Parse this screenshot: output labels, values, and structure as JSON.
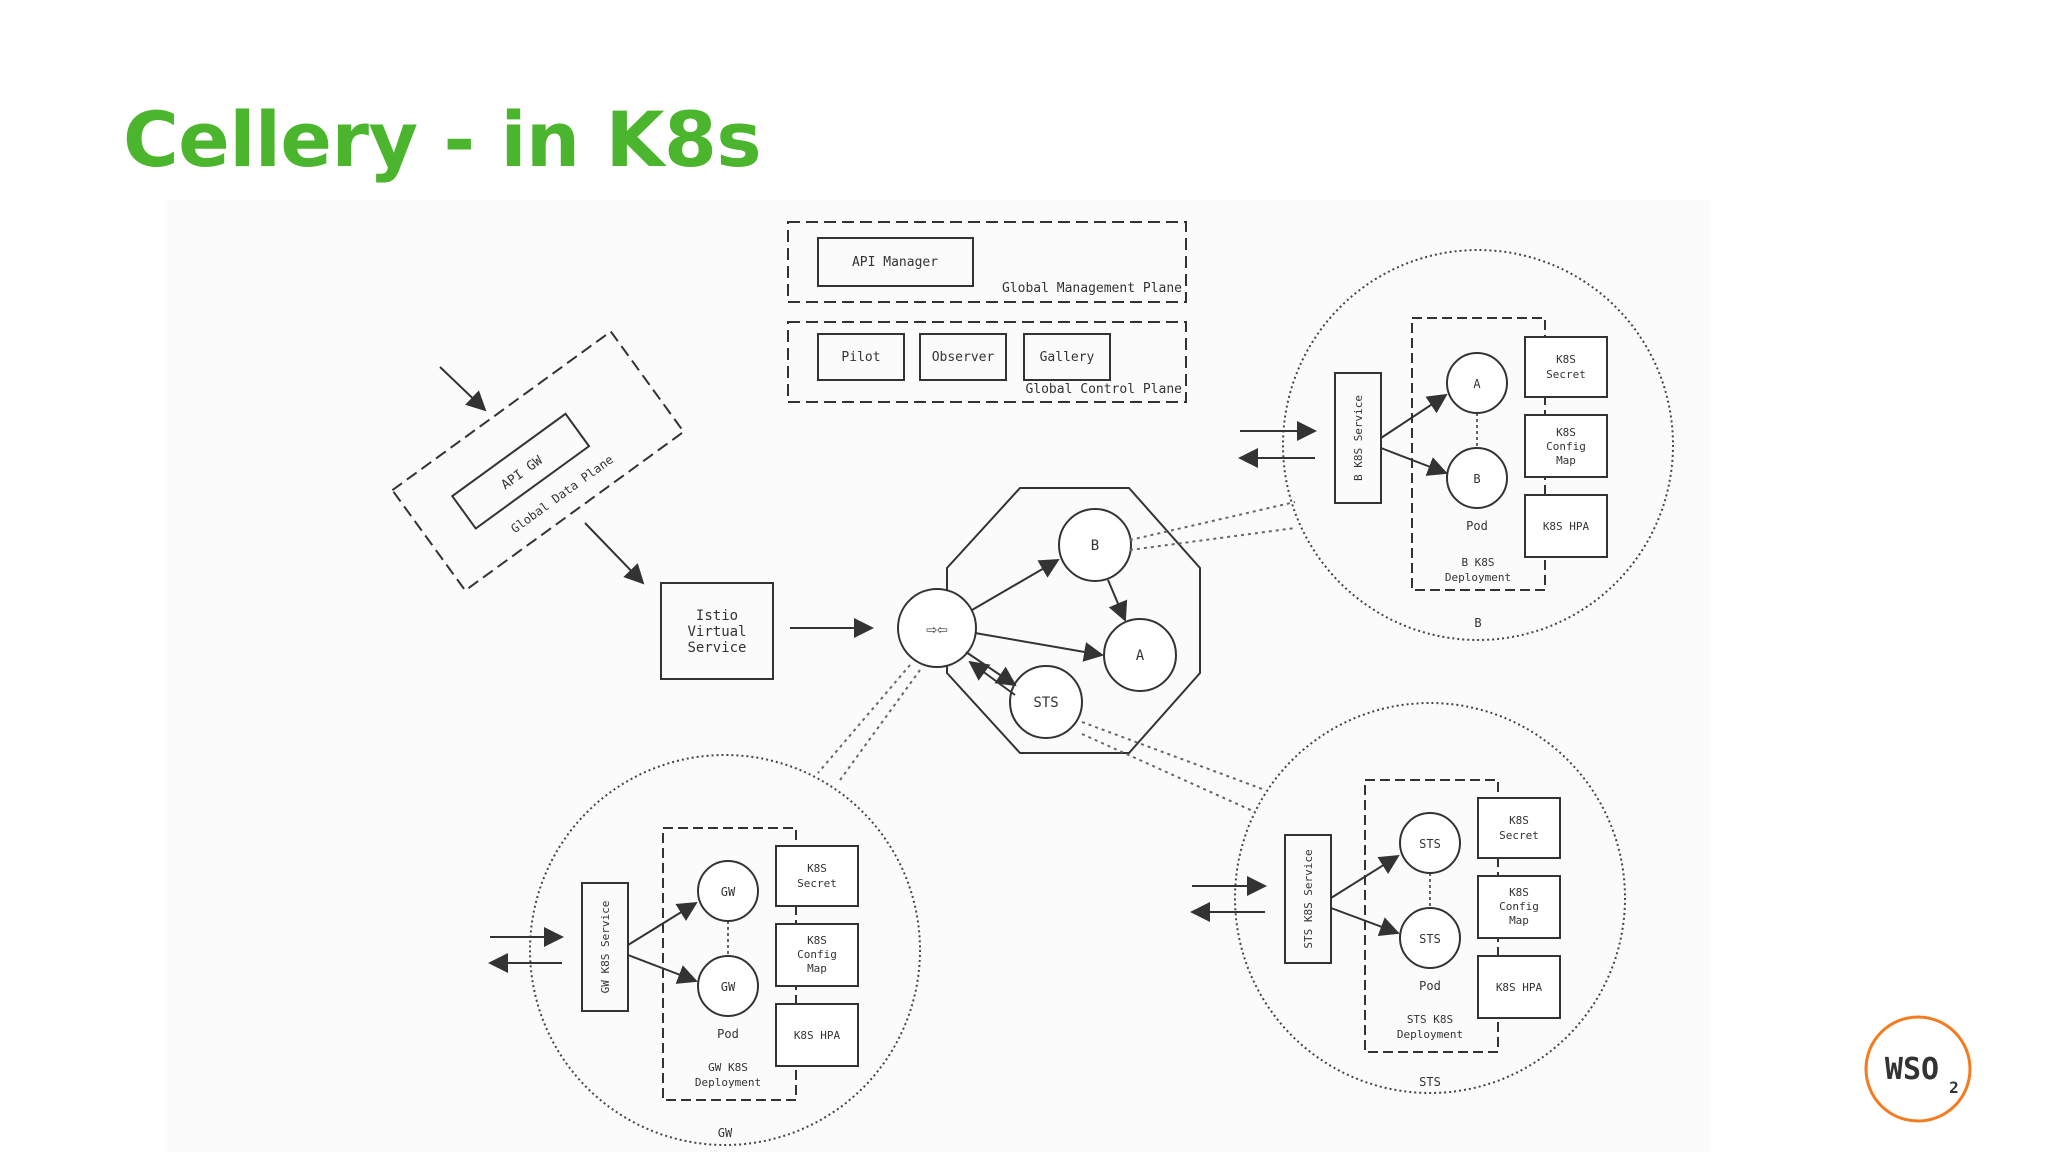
{
  "slide": {
    "title": "Cellery - in K8s"
  },
  "diagram": {
    "global_management_plane": {
      "label": "Global Management Plane",
      "api_manager": "API Manager"
    },
    "global_control_plane": {
      "label": "Global Control Plane",
      "pilot": "Pilot",
      "observer": "Observer",
      "gallery": "Gallery"
    },
    "global_data_plane": {
      "label": "Global Data Plane",
      "api_gw": "API GW"
    },
    "istio_service": {
      "line1": "Istio",
      "line2": "Virtual",
      "line3": "Service"
    },
    "cell": {
      "gateway_symbol": "⇨⇦",
      "b": "B",
      "a": "A",
      "sts": "STS"
    },
    "b_cell": {
      "service": "B K8S Service",
      "pod_a": "A",
      "pod_b": "B",
      "pod_label": "Pod",
      "secret_l1": "K8S",
      "secret_l2": "Secret",
      "config_l1": "K8S",
      "config_l2": "Config",
      "config_l3": "Map",
      "hpa": "K8S HPA",
      "deploy_l1": "B K8S",
      "deploy_l2": "Deployment",
      "name": "B"
    },
    "sts_cell": {
      "service": "STS K8S Service",
      "pod_1": "STS",
      "pod_2": "STS",
      "pod_label": "Pod",
      "secret_l1": "K8S",
      "secret_l2": "Secret",
      "config_l1": "K8S",
      "config_l2": "Config",
      "config_l3": "Map",
      "hpa": "K8S HPA",
      "deploy_l1": "STS K8S",
      "deploy_l2": "Deployment",
      "name": "STS"
    },
    "gw_cell": {
      "service": "GW K8S Service",
      "pod_1": "GW",
      "pod_2": "GW",
      "pod_label": "Pod",
      "secret_l1": "K8S",
      "secret_l2": "Secret",
      "config_l1": "K8S",
      "config_l2": "Config",
      "config_l3": "Map",
      "hpa": "K8S HPA",
      "deploy_l1": "GW K8S",
      "deploy_l2": "Deployment",
      "name": "GW"
    }
  },
  "logo": {
    "text": "WSO",
    "sub": "2",
    "accent": "#f47b20"
  },
  "colors": {
    "title": "#4ab52d",
    "line": "#333333"
  }
}
